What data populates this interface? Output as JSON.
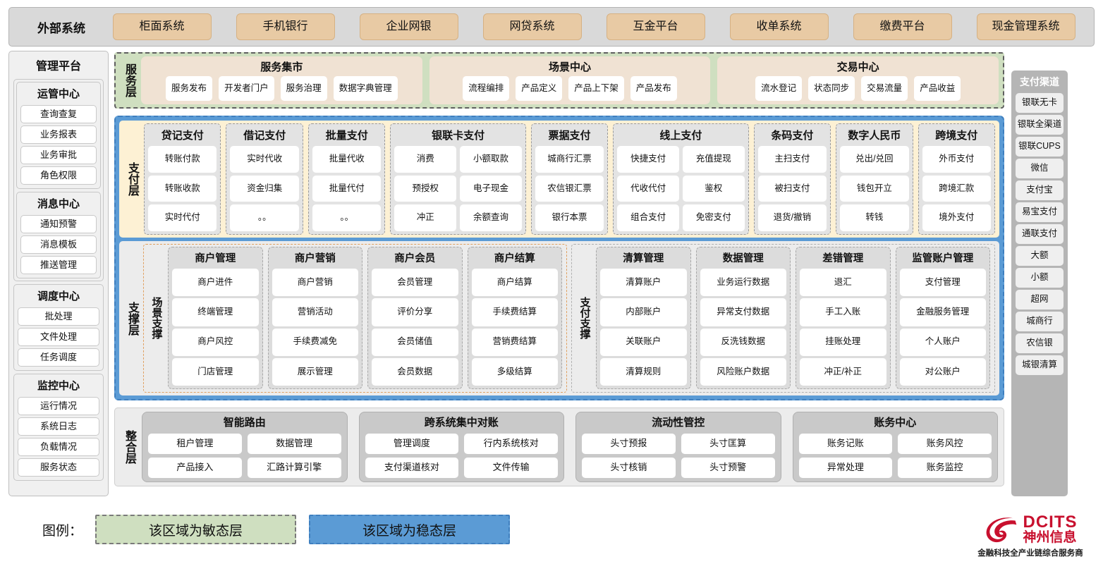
{
  "external": {
    "title": "外部系统",
    "items": [
      "柜面系统",
      "手机银行",
      "企业网银",
      "网贷系统",
      "互金平台",
      "收单系统",
      "缴费平台",
      "现金管理系统"
    ]
  },
  "management": {
    "title": "管理平台",
    "groups": [
      {
        "title": "运管中心",
        "items": [
          "查询查复",
          "业务报表",
          "业务审批",
          "角色权限"
        ]
      },
      {
        "title": "消息中心",
        "items": [
          "通知预警",
          "消息模板",
          "推送管理"
        ]
      },
      {
        "title": "调度中心",
        "items": [
          "批处理",
          "文件处理",
          "任务调度"
        ]
      },
      {
        "title": "监控中心",
        "items": [
          "运行情况",
          "系统日志",
          "负载情况",
          "服务状态"
        ]
      }
    ]
  },
  "channels": {
    "title": "支付渠道",
    "items": [
      "银联无卡",
      "银联全渠道",
      "银联CUPS",
      "微信",
      "支付宝",
      "易宝支付",
      "通联支付",
      "大额",
      "小额",
      "超网",
      "城商行",
      "农信银",
      "城银清算"
    ]
  },
  "service_layer": {
    "label": "服务层",
    "cards": [
      {
        "title": "服务集市",
        "items": [
          "服务发布",
          "开发者门户",
          "服务治理",
          "数据字典管理"
        ]
      },
      {
        "title": "场景中心",
        "items": [
          "流程编排",
          "产品定义",
          "产品上下架",
          "产品发布"
        ]
      },
      {
        "title": "交易中心",
        "items": [
          "流水登记",
          "状态同步",
          "交易流量",
          "产品收益"
        ]
      }
    ]
  },
  "payment_layer": {
    "label": "支付层",
    "cards": [
      {
        "title": "贷记支付",
        "cols": 1,
        "rows": [
          [
            "转账付款"
          ],
          [
            "转账收款"
          ],
          [
            "实时代付"
          ]
        ]
      },
      {
        "title": "借记支付",
        "cols": 1,
        "rows": [
          [
            "实时代收"
          ],
          [
            "资金归集"
          ],
          [
            "。。"
          ]
        ]
      },
      {
        "title": "批量支付",
        "cols": 1,
        "rows": [
          [
            "批量代收"
          ],
          [
            "批量代付"
          ],
          [
            "。。"
          ]
        ]
      },
      {
        "title": "银联卡支付",
        "cols": 2,
        "rows": [
          [
            "消费",
            "小额取款"
          ],
          [
            "预授权",
            "电子现金"
          ],
          [
            "冲正",
            "余额查询"
          ]
        ]
      },
      {
        "title": "票据支付",
        "cols": 1,
        "rows": [
          [
            "城商行汇票"
          ],
          [
            "农信银汇票"
          ],
          [
            "银行本票"
          ]
        ]
      },
      {
        "title": "线上支付",
        "cols": 2,
        "rows": [
          [
            "快捷支付",
            "充值提现"
          ],
          [
            "代收代付",
            "鉴权"
          ],
          [
            "组合支付",
            "免密支付"
          ]
        ]
      },
      {
        "title": "条码支付",
        "cols": 1,
        "rows": [
          [
            "主扫支付"
          ],
          [
            "被扫支付"
          ],
          [
            "退货/撤销"
          ]
        ]
      },
      {
        "title": "数字人民币",
        "cols": 1,
        "rows": [
          [
            "兑出/兑回"
          ],
          [
            "钱包开立"
          ],
          [
            "转钱"
          ]
        ]
      },
      {
        "title": "跨境支付",
        "cols": 1,
        "rows": [
          [
            "外币支付"
          ],
          [
            "跨境汇款"
          ],
          [
            "境外支付"
          ]
        ]
      }
    ]
  },
  "support_layer": {
    "label": "支撑层",
    "regions": [
      {
        "label": "场景支撑",
        "cards": [
          {
            "title": "商户管理",
            "items": [
              "商户进件",
              "终端管理",
              "商户风控",
              "门店管理"
            ]
          },
          {
            "title": "商户营销",
            "items": [
              "商户营销",
              "营销活动",
              "手续费减免",
              "展示管理"
            ]
          },
          {
            "title": "商户会员",
            "items": [
              "会员管理",
              "评价分享",
              "会员储值",
              "会员数据"
            ]
          },
          {
            "title": "商户结算",
            "items": [
              "商户结算",
              "手续费结算",
              "营销费结算",
              "多级结算"
            ]
          }
        ]
      },
      {
        "label": "支付支撑",
        "cards": [
          {
            "title": "清算管理",
            "items": [
              "清算账户",
              "内部账户",
              "关联账户",
              "清算规则"
            ]
          },
          {
            "title": "数据管理",
            "items": [
              "业务运行数据",
              "异常支付数据",
              "反洗钱数据",
              "风险账户数据"
            ]
          },
          {
            "title": "差错管理",
            "items": [
              "退汇",
              "手工入账",
              "挂账处理",
              "冲正/补正"
            ]
          },
          {
            "title": "监管账户管理",
            "items": [
              "支付管理",
              "金融服务管理",
              "个人账户",
              "对公账户"
            ]
          }
        ]
      }
    ]
  },
  "integration_layer": {
    "label": "整合层",
    "cards": [
      {
        "title": "智能路由",
        "rows": [
          [
            "租户管理",
            "数据管理"
          ],
          [
            "产品接入",
            "汇路计算引擎"
          ]
        ]
      },
      {
        "title": "跨系统集中对账",
        "rows": [
          [
            "管理调度",
            "行内系统核对"
          ],
          [
            "支付渠道核对",
            "文件传输"
          ]
        ]
      },
      {
        "title": "流动性管控",
        "rows": [
          [
            "头寸预报",
            "头寸匡算"
          ],
          [
            "头寸核销",
            "头寸预警"
          ]
        ]
      },
      {
        "title": "账务中心",
        "rows": [
          [
            "账务记账",
            "账务风控"
          ],
          [
            "异常处理",
            "账务监控"
          ]
        ]
      }
    ]
  },
  "legend": {
    "label": "图例：",
    "agile": "该区域为敏态层",
    "stable": "该区域为稳态层",
    "agile_color": "#cfdfc0",
    "stable_color": "#5b9bd5"
  },
  "logo": {
    "en": "DCITS",
    "cn": "神州信息",
    "tagline": "金融科技全产业链综合服务商",
    "color": "#c8102e"
  }
}
